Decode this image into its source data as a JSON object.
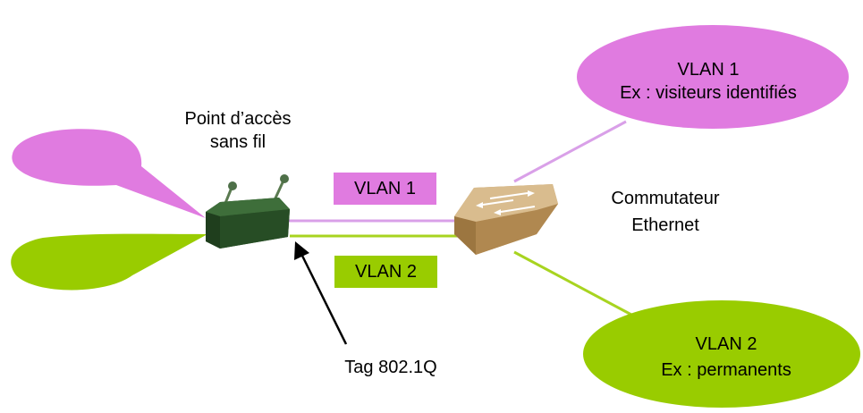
{
  "colors": {
    "vlan1": "#E07BE0",
    "vlan1_line": "#D9A0E8",
    "vlan2": "#99CC00",
    "vlan2_line": "#A8D420",
    "access_point": "#2F5A2C",
    "switch": "#C8A26A"
  },
  "access_point": {
    "label_line1": "Point d’accès",
    "label_line2": "sans fil",
    "icon": "wireless-access-point-icon"
  },
  "switch": {
    "label_line1": "Commutateur",
    "label_line2": "Ethernet",
    "icon": "ethernet-switch-icon"
  },
  "vlans": [
    {
      "tag_label": "VLAN 1",
      "bubble_line1": "VLAN 1",
      "bubble_line2": "Ex : visiteurs identifiés"
    },
    {
      "tag_label": "VLAN 2",
      "bubble_line1": "VLAN 2",
      "bubble_line2": "Ex : permanents"
    }
  ],
  "tag_annotation": "Tag 802.1Q"
}
